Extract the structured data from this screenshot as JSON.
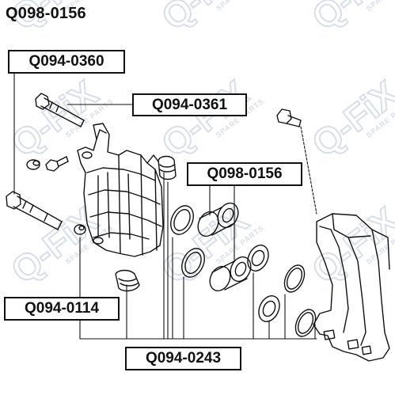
{
  "diagram": {
    "title": "Q098-0156",
    "labels": {
      "pin_bolt": "Q094-0360",
      "pin_bolt_upper": "Q094-0361",
      "caliper": "Q098-0156",
      "boot_small": "Q094-0114",
      "repair_kit": "Q094-0243"
    },
    "watermark": {
      "logo": "Q-FiX",
      "tagline": "SPARE PARTS"
    },
    "colors": {
      "line": "#111111",
      "watermark": "#c9d2e2",
      "background": "#ffffff"
    }
  }
}
